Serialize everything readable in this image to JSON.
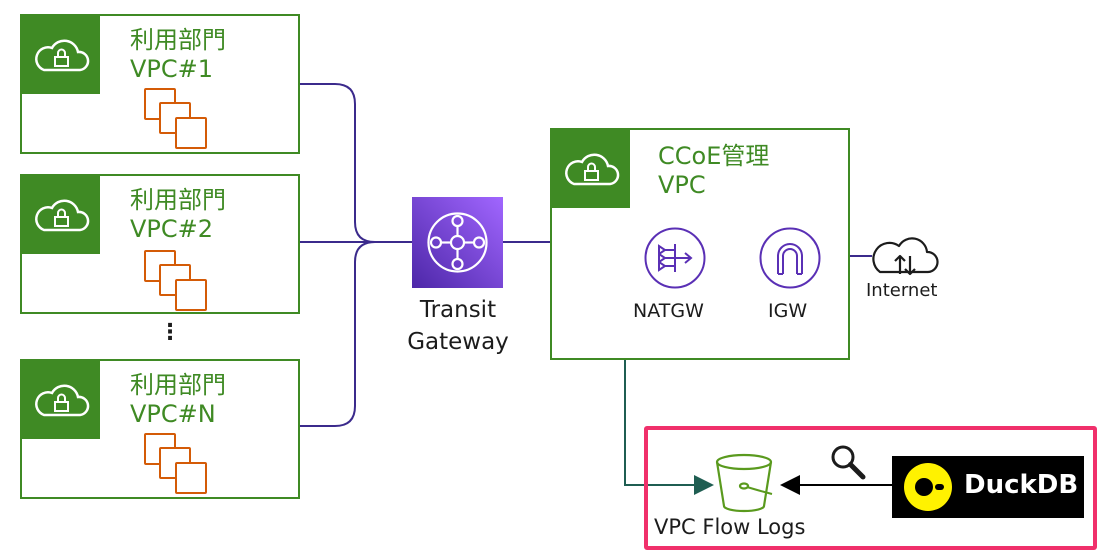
{
  "vpcs": [
    {
      "line1": "利用部門",
      "line2": "VPC#1"
    },
    {
      "line1": "利用部門",
      "line2": "VPC#2"
    },
    {
      "line1": "利用部門",
      "line2": "VPC#N"
    }
  ],
  "ellipsis": "⋮",
  "transit_gateway": {
    "line1": "Transit",
    "line2": "Gateway"
  },
  "ccoe": {
    "line1": "CCoE管理",
    "line2": "VPC"
  },
  "natgw": "NATGW",
  "igw": "IGW",
  "internet": "Internet",
  "flow_logs": "VPC Flow Logs",
  "duckdb": "DuckDB",
  "colors": {
    "vpc_green": "#3f8a24",
    "tgw_purple": "#8c4fff",
    "line_purple": "#3b2a8c",
    "teal": "#1f5e52",
    "highlight": "#f0306b",
    "duck_yellow": "#fff200",
    "ec2_orange": "#d45b07"
  }
}
